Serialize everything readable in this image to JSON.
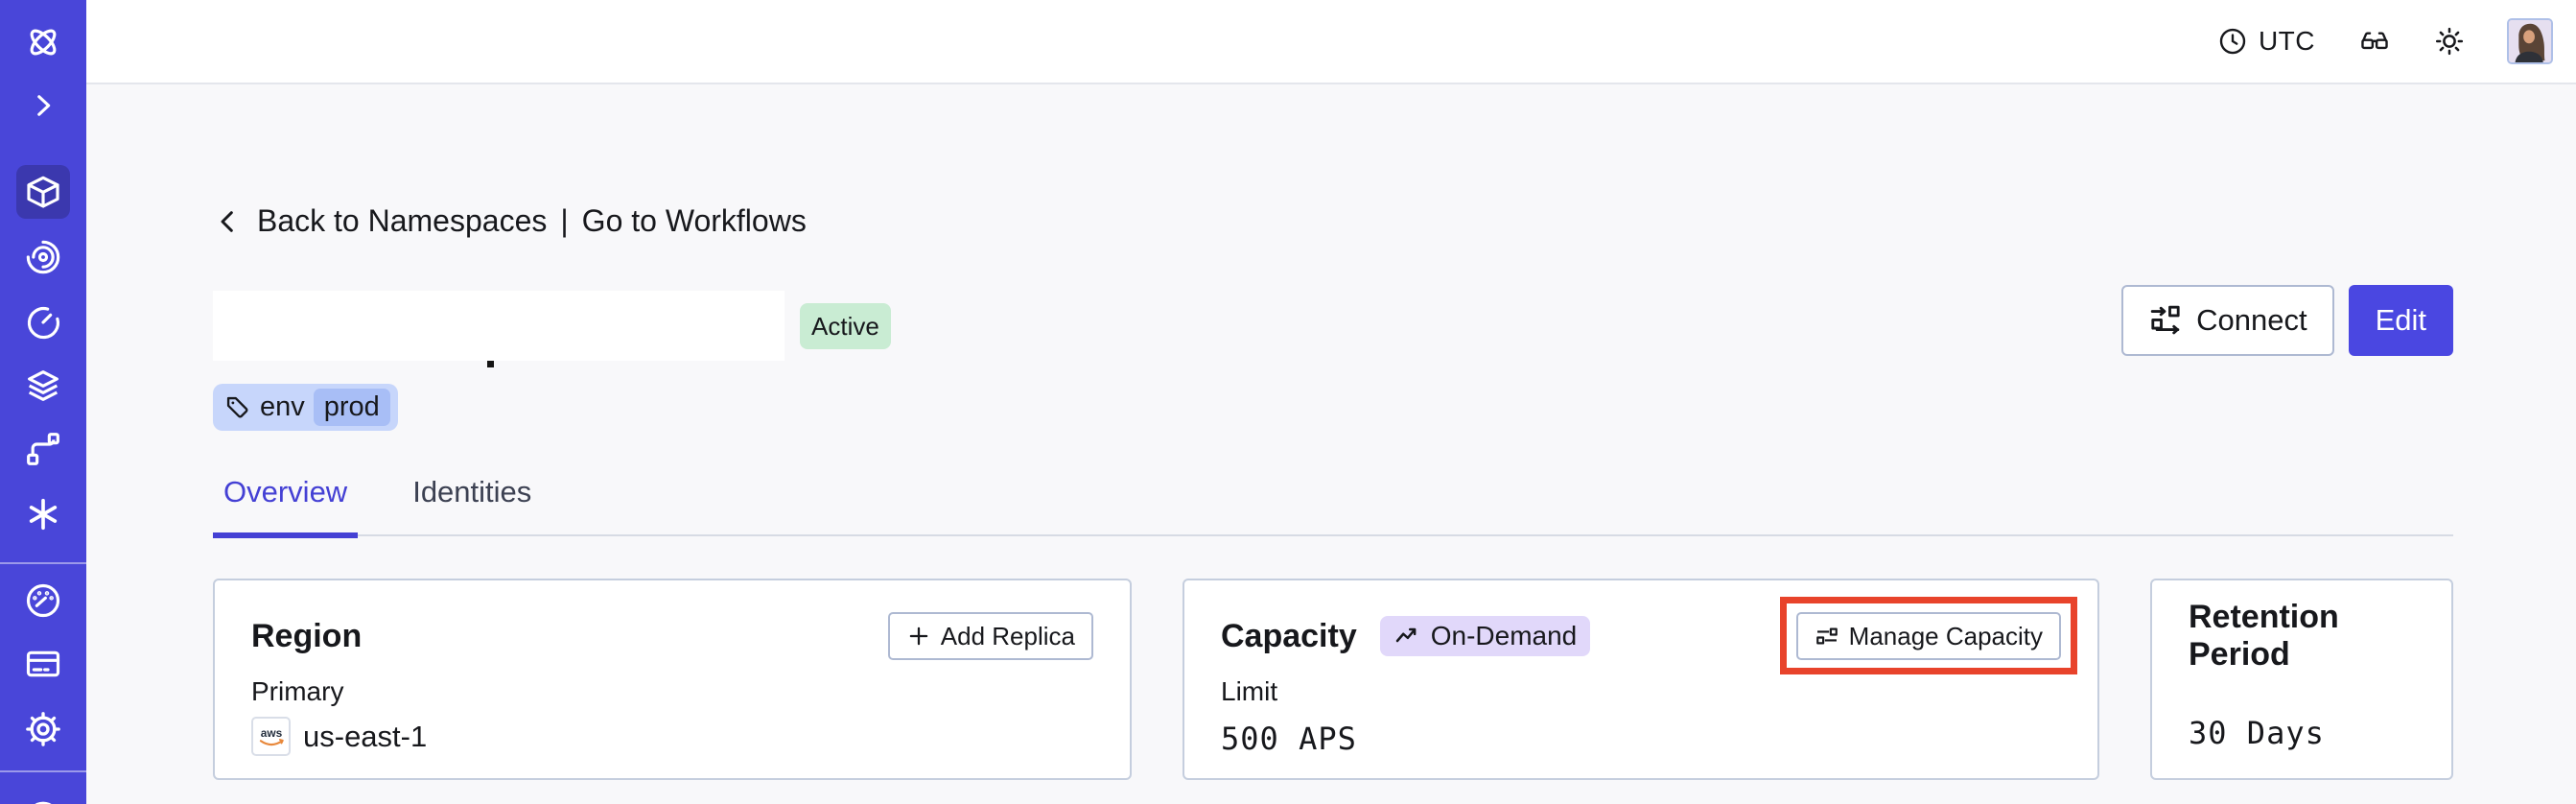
{
  "topbar": {
    "timezone": "UTC"
  },
  "breadcrumb": {
    "back_label": "Back to Namespaces",
    "separator": "|",
    "workflows_label": "Go to Workflows"
  },
  "namespace": {
    "status_badge": "Active",
    "tag_key": "env",
    "tag_value": "prod",
    "connect_label": "Connect",
    "edit_label": "Edit"
  },
  "tabs": [
    {
      "label": "Overview",
      "active": true
    },
    {
      "label": "Identities",
      "active": false
    }
  ],
  "cards": {
    "region": {
      "title": "Region",
      "action_label": "Add Replica",
      "field_label": "Primary",
      "provider": "aws",
      "value": "us-east-1"
    },
    "capacity": {
      "title": "Capacity",
      "plan_badge": "On-Demand",
      "action_label": "Manage Capacity",
      "field_label": "Limit",
      "value": "500 APS"
    },
    "retention": {
      "title": "Retention Period",
      "value": "30 Days"
    }
  },
  "sidebar_icons": [
    "temporal-logo",
    "collapse-toggle",
    "namespaces",
    "workflows",
    "schedules",
    "deployments",
    "batch-operations",
    "nexus",
    "usage",
    "billing",
    "settings",
    "support"
  ],
  "colors": {
    "sidebar": "#4946D9",
    "sidebar_active": "#3B38AE",
    "accent": "#4440D4",
    "edit_button": "#4A47E1",
    "status_active_bg": "#C9ECD3",
    "plan_badge_bg": "#E1D8FA",
    "tag_bg": "#C7D6FB",
    "tag_inner_bg": "#A8BEF6",
    "annotation": "#E8432B",
    "card_border": "#C5CEDE",
    "page_bg": "#F8F8FA"
  }
}
